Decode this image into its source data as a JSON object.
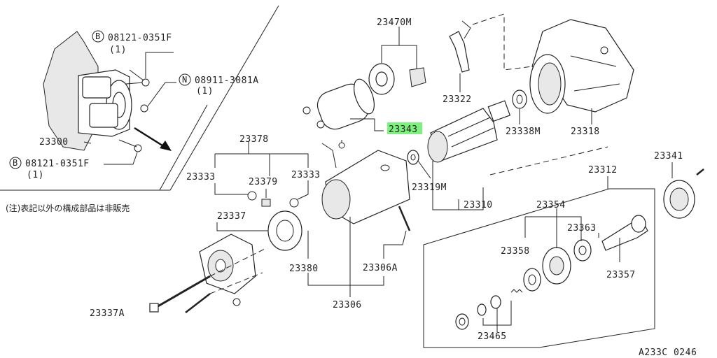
{
  "diagram": {
    "labels": {
      "bolt_top": "08121-0351F",
      "bolt_top_qty": "(1)",
      "bolt_top_prefix": "B",
      "nut": "08911-3081A",
      "nut_qty": "(1)",
      "nut_prefix": "N",
      "starter_assy": "23300",
      "bolt_bottom": "08121-0351F",
      "bolt_bottom_qty": "(1)",
      "bolt_bottom_prefix": "B",
      "note": "(注)表記以外の構成部品は非販売",
      "gasket_kit": "23470M",
      "lever": "23322",
      "housing": "23318",
      "solenoid": "23343",
      "armature_bearing": "23338M",
      "brush_holder": "23378",
      "brush_left": "23333",
      "brush_spring": "23379",
      "brush_right": "23333",
      "bearing_small": "23319M",
      "armature": "23310",
      "pinion_set": "23312",
      "clutch_cover": "23341",
      "rear_cover": "23337",
      "gear": "23354",
      "bearing_a": "23363",
      "bearing_b": "23358",
      "shaft": "23357",
      "plate": "23380",
      "screw": "23306A",
      "yoke": "23306",
      "through_bolt": "23337A",
      "small_parts": "23465",
      "figure_code": "A233C 0246"
    },
    "highlight_color": "#7ef07e"
  }
}
